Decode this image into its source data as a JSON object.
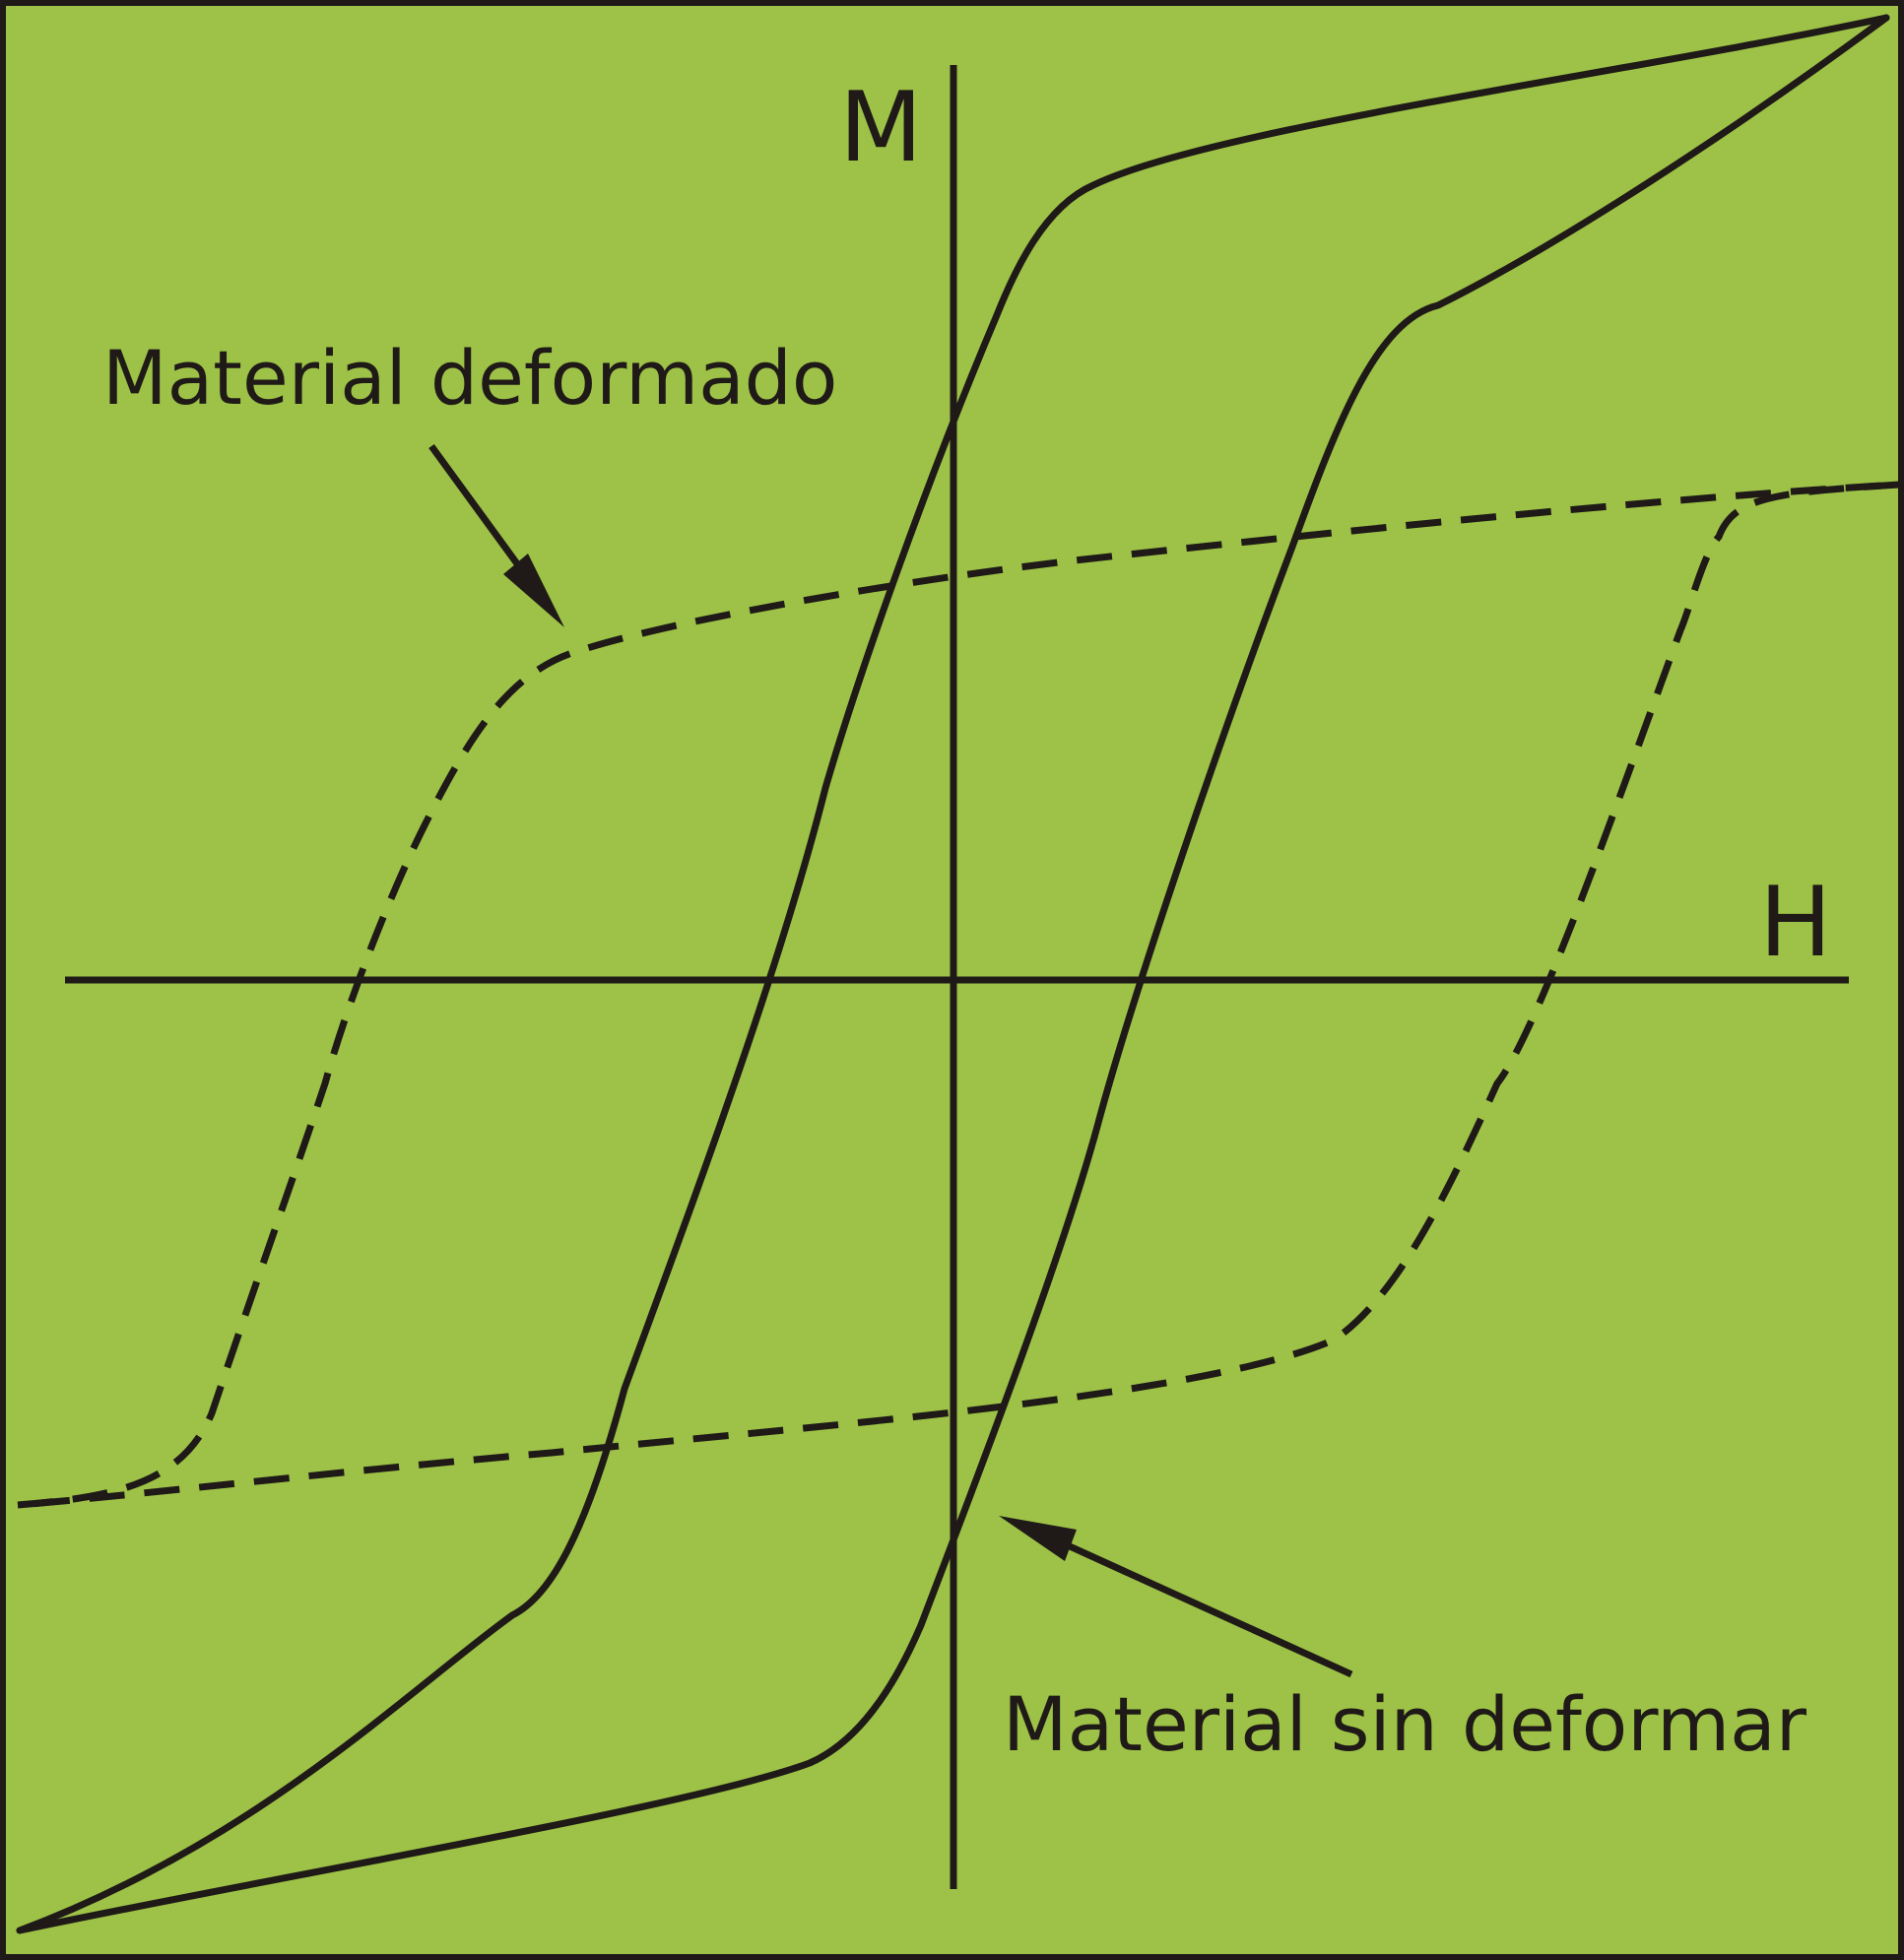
{
  "colors": {
    "background": "#9dc247",
    "ink": "#1f1a17"
  },
  "axes": {
    "m_label": "M",
    "h_label": "H"
  },
  "curves": [
    {
      "key": "deformed",
      "label": "Material deformado",
      "style": "dashed"
    },
    {
      "key": "undeformed",
      "label": "Material sin deformar",
      "style": "solid"
    }
  ]
}
